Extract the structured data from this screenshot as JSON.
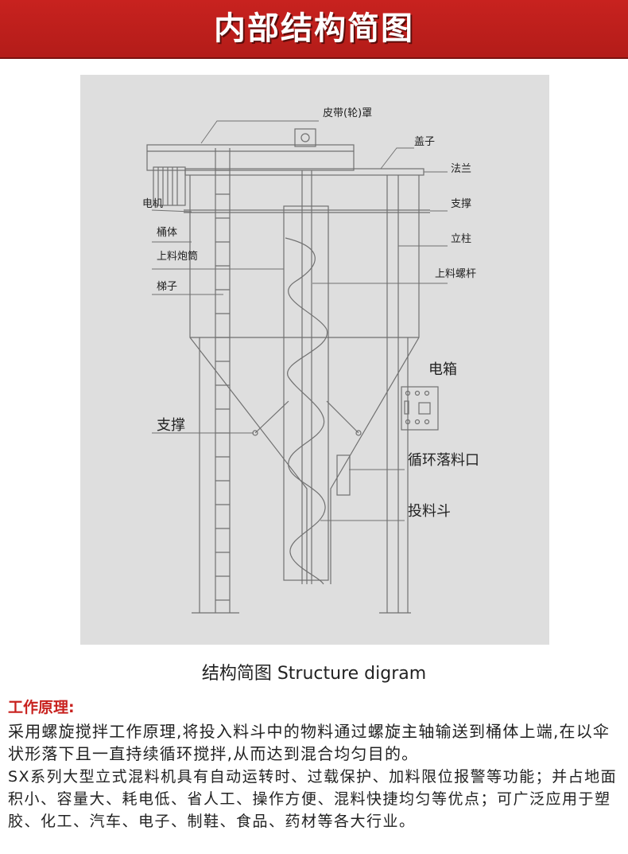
{
  "header": {
    "title": "内部结构简图"
  },
  "diagram": {
    "labels": {
      "belt_cover": "皮带(轮)罩",
      "lid": "盖子",
      "flange": "法兰",
      "motor": "电机",
      "support_top": "支撑",
      "barrel": "桶体",
      "column": "立柱",
      "feed_tube": "上料炮筒",
      "feed_screw": "上料螺杆",
      "ladder": "梯子",
      "electric_box": "电箱",
      "support_bottom": "支撑",
      "circulation_outlet": "循环落料口",
      "hopper": "投料斗"
    }
  },
  "caption": "结构简图  Structure digram",
  "principle": {
    "heading": "工作原理:",
    "paragraph1": "采用螺旋搅拌工作原理,将投入料斗中的物料通过螺旋主轴输送到桶体上端,在以伞状形落下且一直持续循环搅拌,从而达到混合均匀目的。",
    "paragraph2": "SX系列大型立式混料机具有自动运转时、过载保护、加料限位报警等功能；并占地面积小、容量大、耗电低、省人工、操作方便、混料快捷均匀等优点；可广泛应用于塑胶、化工、汽车、电子、制鞋、食品、药材等各大行业。"
  },
  "colors": {
    "banner": "#c8221f",
    "heading": "#c8221f",
    "diagram_bg": "#dedede",
    "line": "#6f6f6f"
  }
}
